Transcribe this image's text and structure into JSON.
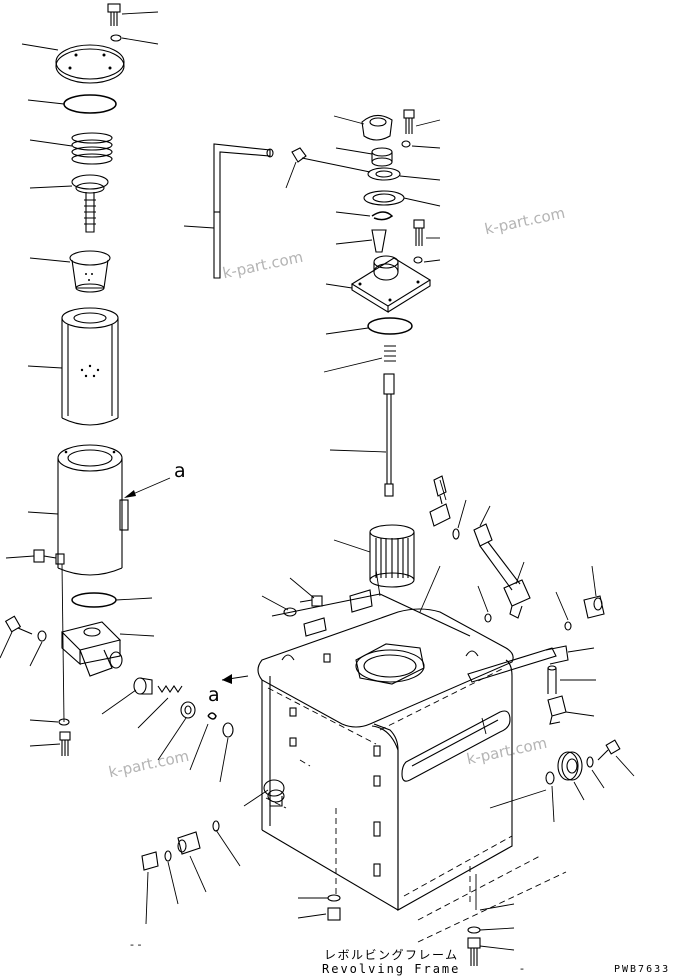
{
  "label_a": "a",
  "label_a2": "a",
  "frame_jp": "レボルビングフレーム",
  "frame_en": "Revolving Frame",
  "drawing_code": "PWB7633",
  "watermark": "k-part.com",
  "dash_marks": [
    "-  -",
    "-"
  ]
}
